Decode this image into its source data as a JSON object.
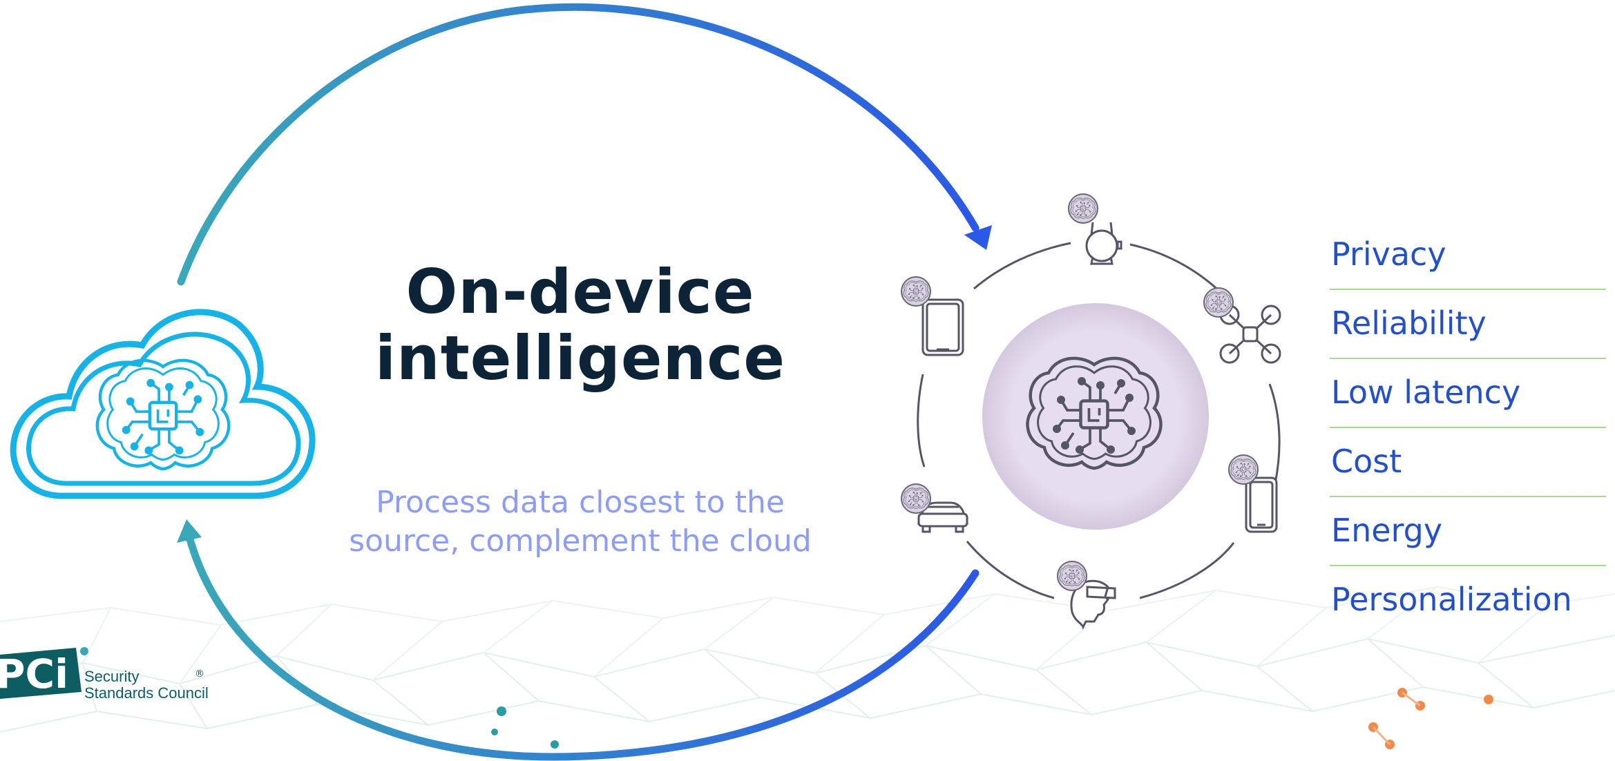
{
  "title": {
    "line1": "On-device",
    "line2": "intelligence"
  },
  "subtitle": {
    "line1": "Process data closest to the",
    "line2": "source, complement the cloud"
  },
  "benefits": [
    "Privacy",
    "Reliability",
    "Low latency",
    "Cost",
    "Energy",
    "Personalization"
  ],
  "logo": {
    "mark": "PCi",
    "line1": "Security",
    "line2": "Standards Council",
    "registered": "®"
  },
  "icons": {
    "cloud": "cloud-icon",
    "brain": "brain-chip-icon",
    "devices": [
      "smartwatch-icon",
      "drone-icon",
      "smartphone-icon",
      "vr-headset-icon",
      "car-icon",
      "tablet-icon"
    ]
  },
  "colors": {
    "title": "#0d2438",
    "subtitle": "#8d9cf5",
    "benefit_text": "#2350c9",
    "benefit_rule": "#a6d98b",
    "arrow_start": "#3aa8b8",
    "arrow_end": "#2b58e6",
    "cloud": "#17b3e6",
    "hub_fill": "#e4dcec",
    "device_stroke": "#555566"
  }
}
